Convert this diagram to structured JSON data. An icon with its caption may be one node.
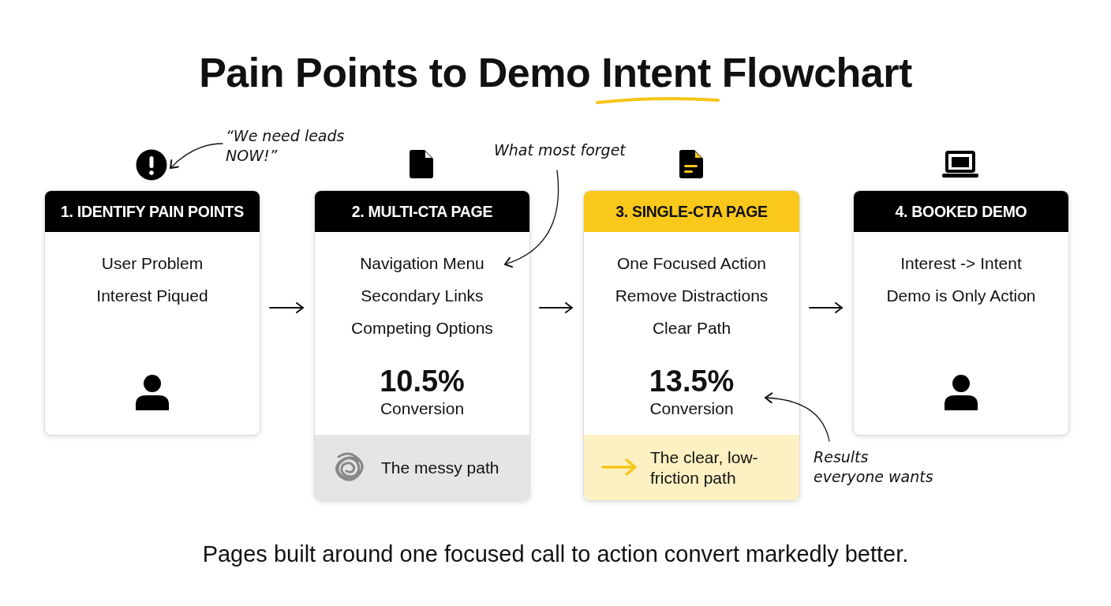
{
  "diagram": {
    "title": "Pain Points to Demo Intent Flowchart",
    "caption": "Pages built around one focused call to action convert markedly better.",
    "nodes": [
      {
        "text": [
          "1. IDENTIFY PAIN POINTS",
          "User Problem",
          "Interest Piqued"
        ]
      },
      {
        "text": [
          "2. MULTI-CTA PAGE",
          "Navigation Menu",
          "Secondary Links",
          "Competing Options",
          "10.5%",
          "Conversion",
          "The messy path"
        ]
      },
      {
        "text": [
          "3. SINGLE-CTA PAGE",
          "One Focused Action",
          "Remove Distractions",
          "Clear Path",
          "13.5%",
          "Conversion",
          "The clear, low-friction path"
        ]
      },
      {
        "text": [
          "4. BOOKED DEMO",
          "Interest -> Intent",
          "Demo is Only Action"
        ]
      },
      {
        "text": [
          "“We need leads NOW!”"
        ]
      },
      {
        "text": [],
        "shape": "circle"
      },
      {
        "text": [
          "What most forget"
        ]
      },
      {
        "text": [
          "Results everyone wants"
        ]
      }
    ],
    "edges": [
      {
        "from": 0,
        "to": 1,
        "arrow": "to"
      },
      {
        "from": 1,
        "to": 2,
        "arrow": "to"
      },
      {
        "from": 2,
        "to": 3,
        "arrow": "to"
      },
      {
        "from": 4,
        "to": 5,
        "arrow": "to"
      },
      {
        "from": 6,
        "to": 1,
        "arrow": "to"
      },
      {
        "from": 7,
        "to": 2,
        "arrow": "to"
      }
    ]
  }
}
